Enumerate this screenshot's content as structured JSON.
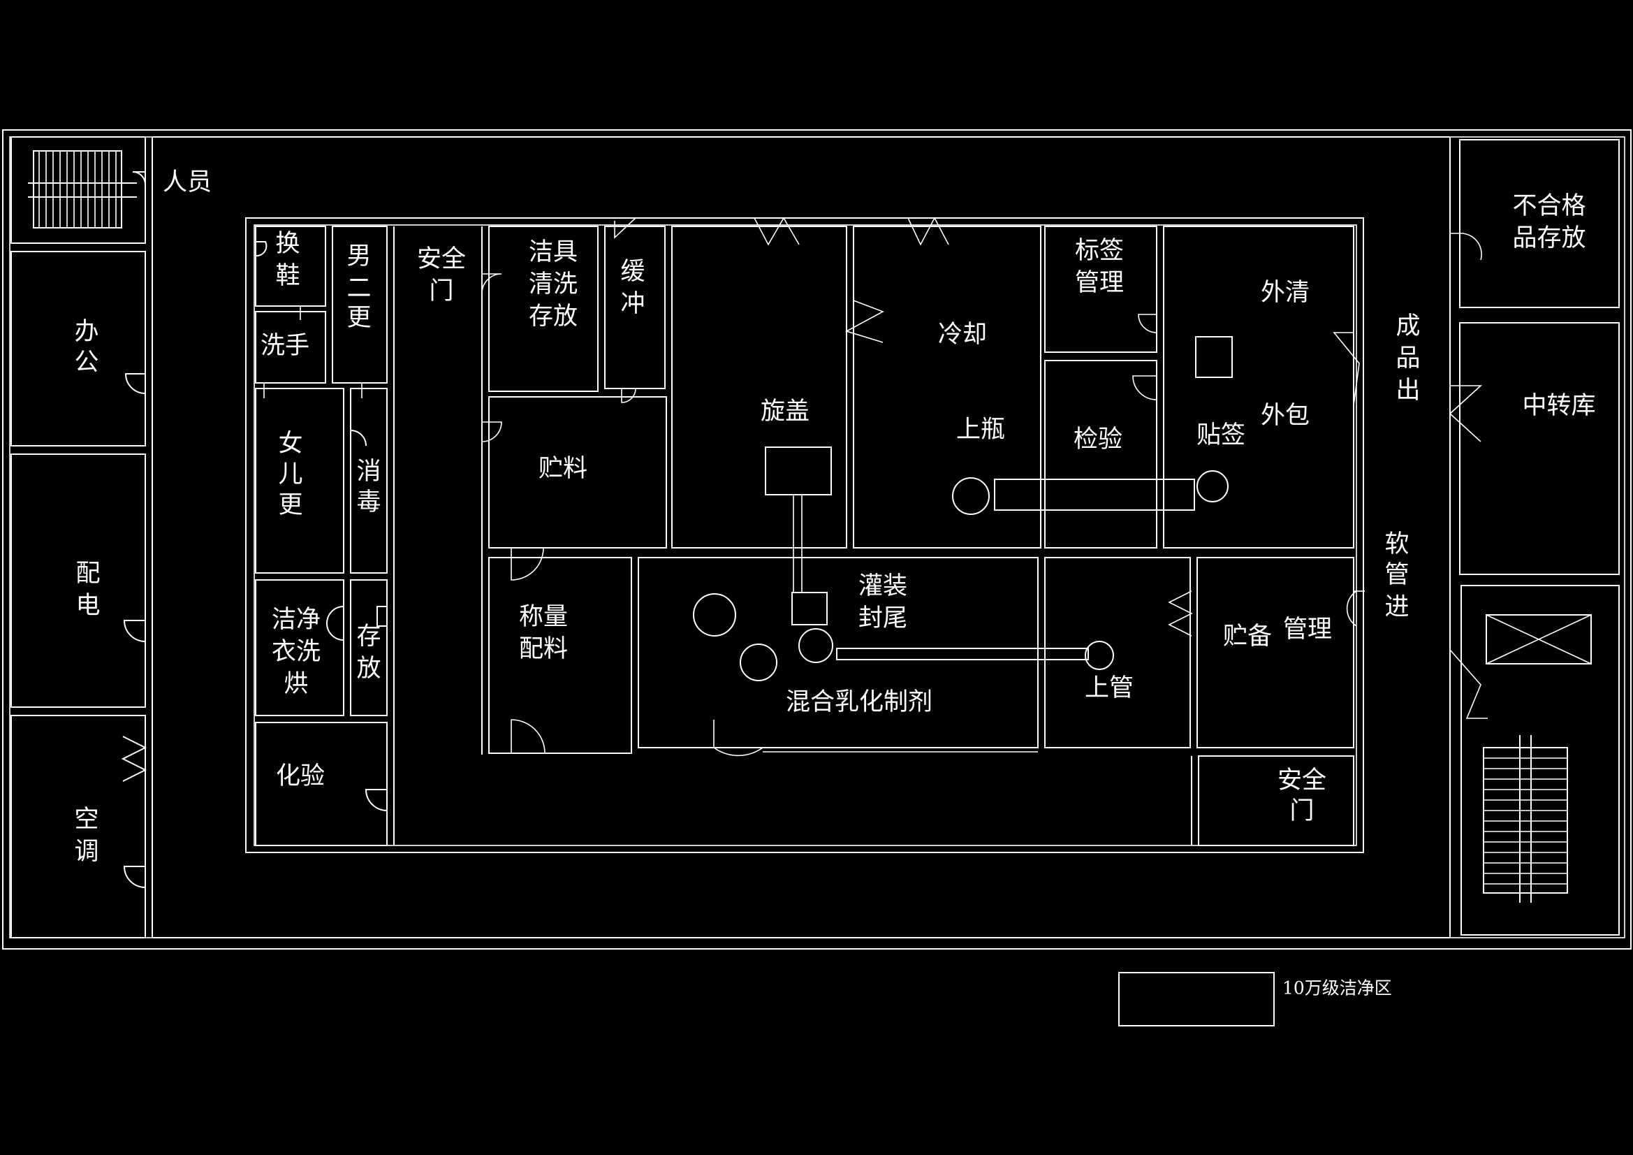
{
  "colors": {
    "background": "#000000",
    "lines": "#ffffff"
  },
  "labels": {
    "personnel": "人员",
    "office": [
      "办",
      "公"
    ],
    "power": [
      "配",
      "电"
    ],
    "ac": [
      "空",
      "调"
    ],
    "shoe_change": [
      "换",
      "鞋"
    ],
    "hand_wash": "洗手",
    "male_change2": [
      "男",
      "二",
      "更"
    ],
    "female_change2": [
      "女",
      "儿",
      "更"
    ],
    "disinfect": [
      "消",
      "毒"
    ],
    "clean_clothes": [
      "洁净",
      "衣洗",
      "烘"
    ],
    "storage_small": [
      "存",
      "放"
    ],
    "lab": "化验",
    "safety_door_left": [
      "安全",
      "门"
    ],
    "tool_clean": [
      "洁具",
      "清洗",
      "存放"
    ],
    "buffer": [
      "缓",
      "冲"
    ],
    "material_store": "贮料",
    "weigh_mix": [
      "称量",
      "配料"
    ],
    "capping": "旋盖",
    "cooling": "冷却",
    "bottling": "上瓶",
    "label_mgmt": [
      "标签",
      "管理"
    ],
    "inspection": "检验",
    "outer_clean": "外清",
    "outer_pack": "外包",
    "labeling": "贴签",
    "finished_out": [
      "成",
      "品",
      "出"
    ],
    "fill_seal": [
      "灌装",
      "封尾"
    ],
    "emulsify": "混合乳化制剂",
    "tube_load": "上管",
    "reserve_store": "贮备",
    "reserve_mgmt": "管理",
    "hose_in": [
      "软",
      "管",
      "进"
    ],
    "safety_door_right": [
      "安全",
      "门"
    ],
    "nonconforming": [
      "不合格",
      "品存放"
    ],
    "transfer_store": "中转库",
    "legend": "10万级洁净区"
  }
}
